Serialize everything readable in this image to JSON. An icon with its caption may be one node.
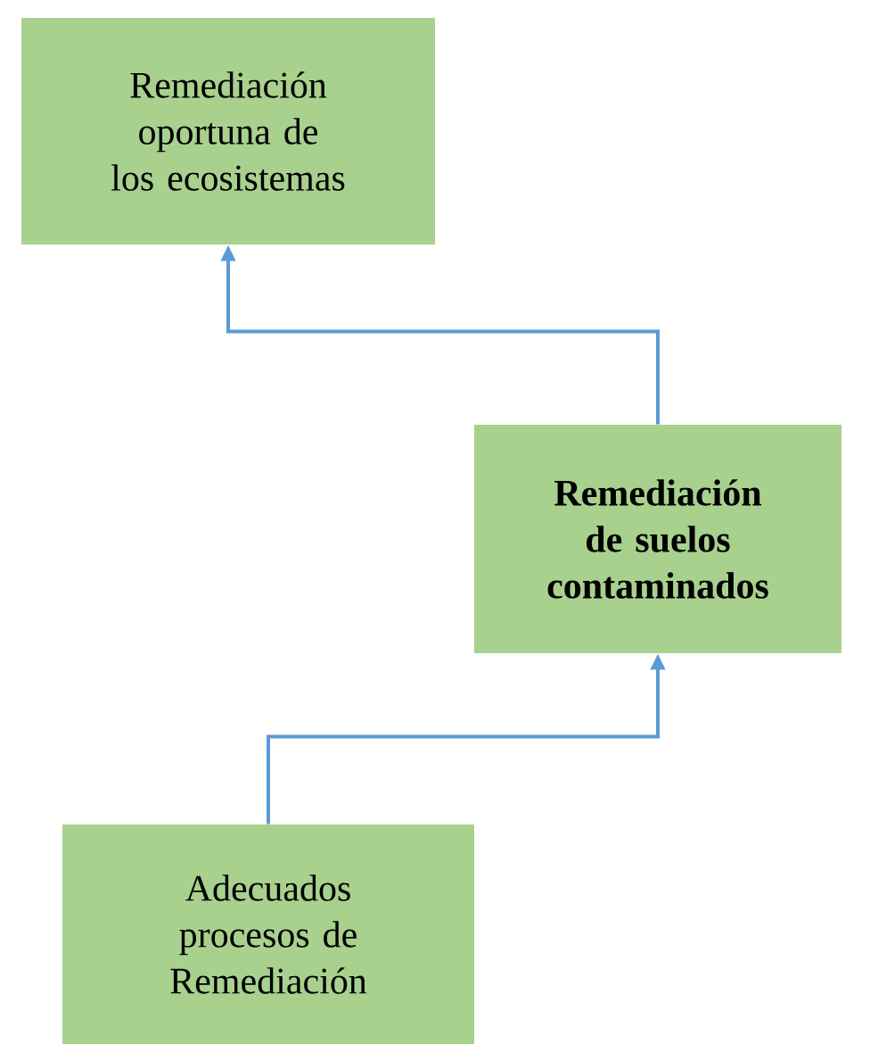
{
  "diagram": {
    "nodes": [
      {
        "text": [
          "Remediación oportuna de los ecosistemas"
        ]
      },
      {
        "text": [
          "Remediación de suelos contaminados"
        ]
      },
      {
        "text": [
          "Adecuados procesos de Remediación"
        ]
      }
    ],
    "edges": [
      {
        "from": 1,
        "to": 0,
        "arrow": "to"
      },
      {
        "from": 2,
        "to": 1,
        "arrow": "to"
      }
    ]
  }
}
